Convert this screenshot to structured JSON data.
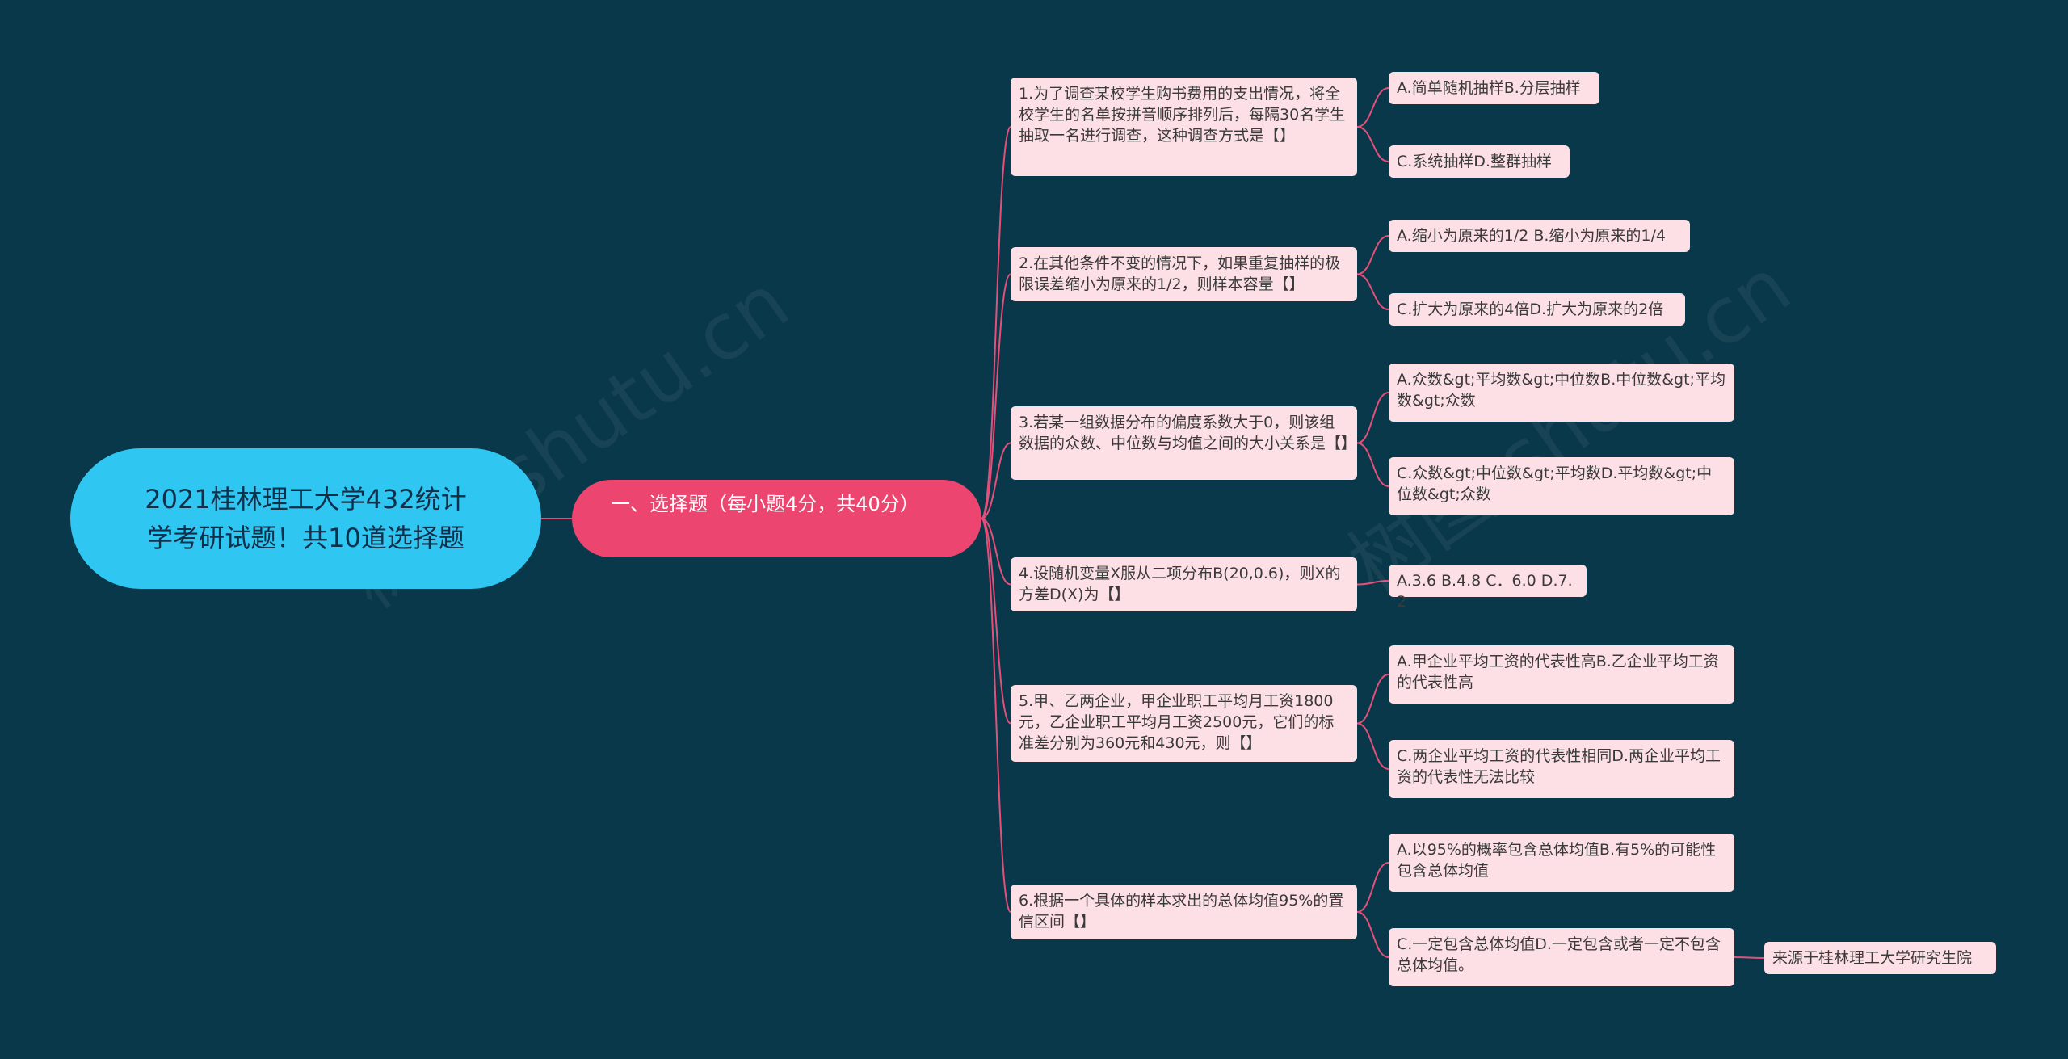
{
  "colors": {
    "background": "#09384a",
    "root_fill": "#30c6f2",
    "category_fill": "#ec4570",
    "leaf_fill": "#fde0e5",
    "connector": "#e4507a"
  },
  "root": {
    "title": "2021桂林理工大学432统计学考研试题！共10道选择题"
  },
  "category": {
    "label": "一、选择题（每小题4分，共40分）"
  },
  "questions": [
    {
      "text": "1.为了调查某校学生购书费用的支出情况，将全校学生的名单按拼音顺序排列后，每隔30名学生抽取一名进行调查，这种调查方式是【】",
      "options": [
        "A.简单随机抽样B.分层抽样",
        "C.系统抽样D.整群抽样"
      ]
    },
    {
      "text": "2.在其他条件不变的情况下，如果重复抽样的极限误差缩小为原来的1/2，则样本容量【】",
      "options": [
        "A.缩小为原来的1/2 B.缩小为原来的1/4",
        "C.扩大为原来的4倍D.扩大为原来的2倍"
      ]
    },
    {
      "text": "3.若某一组数据分布的偏度系数大于0，则该组数据的众数、中位数与均值之间的大小关系是【】",
      "options": [
        "A.众数&gt;平均数&gt;中位数B.中位数&gt;平均数&gt;众数",
        "C.众数&gt;中位数&gt;平均数D.平均数&gt;中位数&gt;众数"
      ]
    },
    {
      "text": "4.设随机变量X服从二项分布B(20,0.6)，则X的方差D(X)为【】",
      "options": [
        "A.3.6 B.4.8 C．6.0 D.7.2"
      ]
    },
    {
      "text": "5.甲、乙两企业，甲企业职工平均月工资1800元，乙企业职工平均月工资2500元，它们的标准差分别为360元和430元，则【】",
      "options": [
        "A.甲企业平均工资的代表性高B.乙企业平均工资的代表性高",
        "C.两企业平均工资的代表性相同D.两企业平均工资的代表性无法比较"
      ]
    },
    {
      "text": "6.根据一个具体的样本求出的总体均值95%的置信区间【】",
      "options": [
        "A.以95%的概率包含总体均值B.有5%的可能性包含总体均值",
        "C.一定包含总体均值D.一定包含或者一定不包含总体均值。"
      ]
    }
  ],
  "source_note": "来源于桂林理工大学研究生院",
  "watermark": "树图 shutu.cn"
}
